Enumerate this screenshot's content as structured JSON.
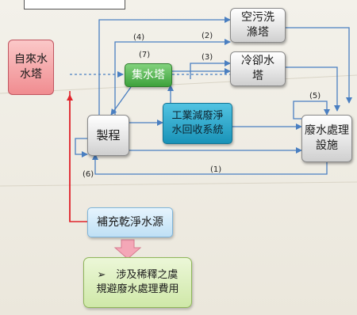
{
  "nodes": {
    "top_box": "",
    "tap_water_tower": "自來水\n水塔",
    "collection_tower": "集水塔",
    "air_scrubber": "空污洗\n滌塔",
    "cooling_tower": "冷卻水\n塔",
    "process": "製程",
    "industrial_recovery": "工業減廢淨\n水回收系統",
    "wastewater_facility": "廢水處理\n設施",
    "replenish_source": "補充乾淨水源",
    "note": "➢　涉及稀釋之虞\n規避廢水處理費用"
  },
  "labels": {
    "l1": "(1)",
    "l2": "(2)",
    "l3": "(3)",
    "l4": "(4)",
    "l5": "(5)",
    "l6": "(6)",
    "l7": "(7)"
  },
  "colors": {
    "flow_blue": "#4a7fc1",
    "alert_red": "#e0242c",
    "tap_fill": "#f4a0a2",
    "green_fill": "#4cb54a",
    "teal_fill": "#23a6c8",
    "light_blue_fill": "#cfe7f7",
    "light_green_fill": "#d8efb8",
    "arrow_pink": "#f4a7b7"
  }
}
